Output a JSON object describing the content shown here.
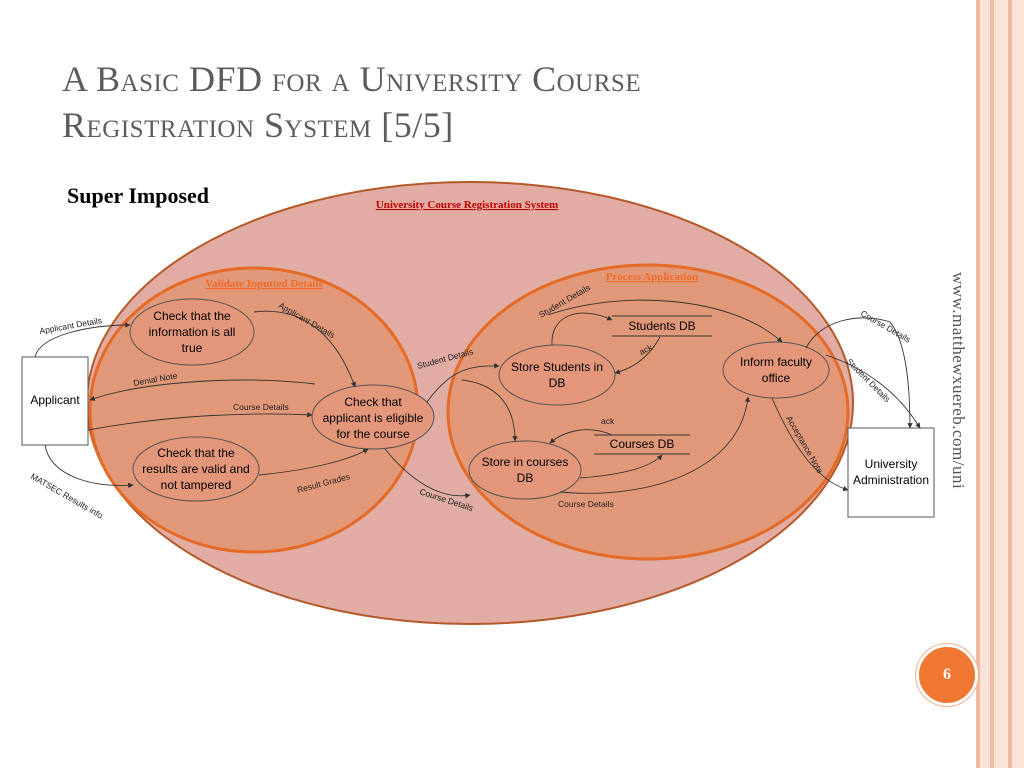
{
  "slide": {
    "title_line1": "A Basic DFD for a University Course",
    "title_line2": "Registration System [5/5]",
    "subtitle": "Super Imposed",
    "side_url": "www.matthewxuereb.com/uni",
    "page_number": "6"
  },
  "colors": {
    "outer_fill": "#e0aca3",
    "outer_stroke": "#b5592a",
    "inner_fill": "#e19878",
    "inner_stroke": "#e46a26",
    "label_red": "#c00000",
    "label_orange": "#f06a28",
    "badge": "#f07832",
    "stripe_dark": "#f2b8a2",
    "stripe_light": "#fbe3d8"
  },
  "diagram": {
    "system_label": "University Course Registration System",
    "validate_label": "Validate Inputted Details",
    "process_label": "Process Application",
    "entities": {
      "applicant": "Applicant",
      "admin_line1": "University",
      "admin_line2": "Administration"
    },
    "processes": {
      "check_info": [
        "Check that the",
        "information is all",
        "true"
      ],
      "check_results": [
        "Check that the",
        "results are valid and",
        "not tampered"
      ],
      "check_eligible": [
        "Check that",
        "applicant is eligible",
        "for the course"
      ],
      "store_students": [
        "Store Students in",
        "DB"
      ],
      "store_courses": [
        "Store in courses",
        "DB"
      ],
      "inform_faculty": [
        "Inform faculty",
        "office"
      ]
    },
    "stores": {
      "students": "Students DB",
      "courses": "Courses DB"
    },
    "flows": {
      "applicant_details_1": "Applicant Details",
      "applicant_details_2": "Applicant Details",
      "denial_note": "Denial Note",
      "course_details_1": "Course Details",
      "matsec": "MATSEC Results info",
      "result_grades": "Result Grades",
      "student_details_1": "Student Details",
      "student_details_2": "Student Details",
      "ack_1": "ack",
      "ack_2": "ack",
      "course_details_2": "Course Details",
      "course_details_3": "Course Details",
      "course_details_4": "Course Details",
      "student_details_3": "Student Details",
      "acceptance_note": "Acceptance Note"
    }
  }
}
